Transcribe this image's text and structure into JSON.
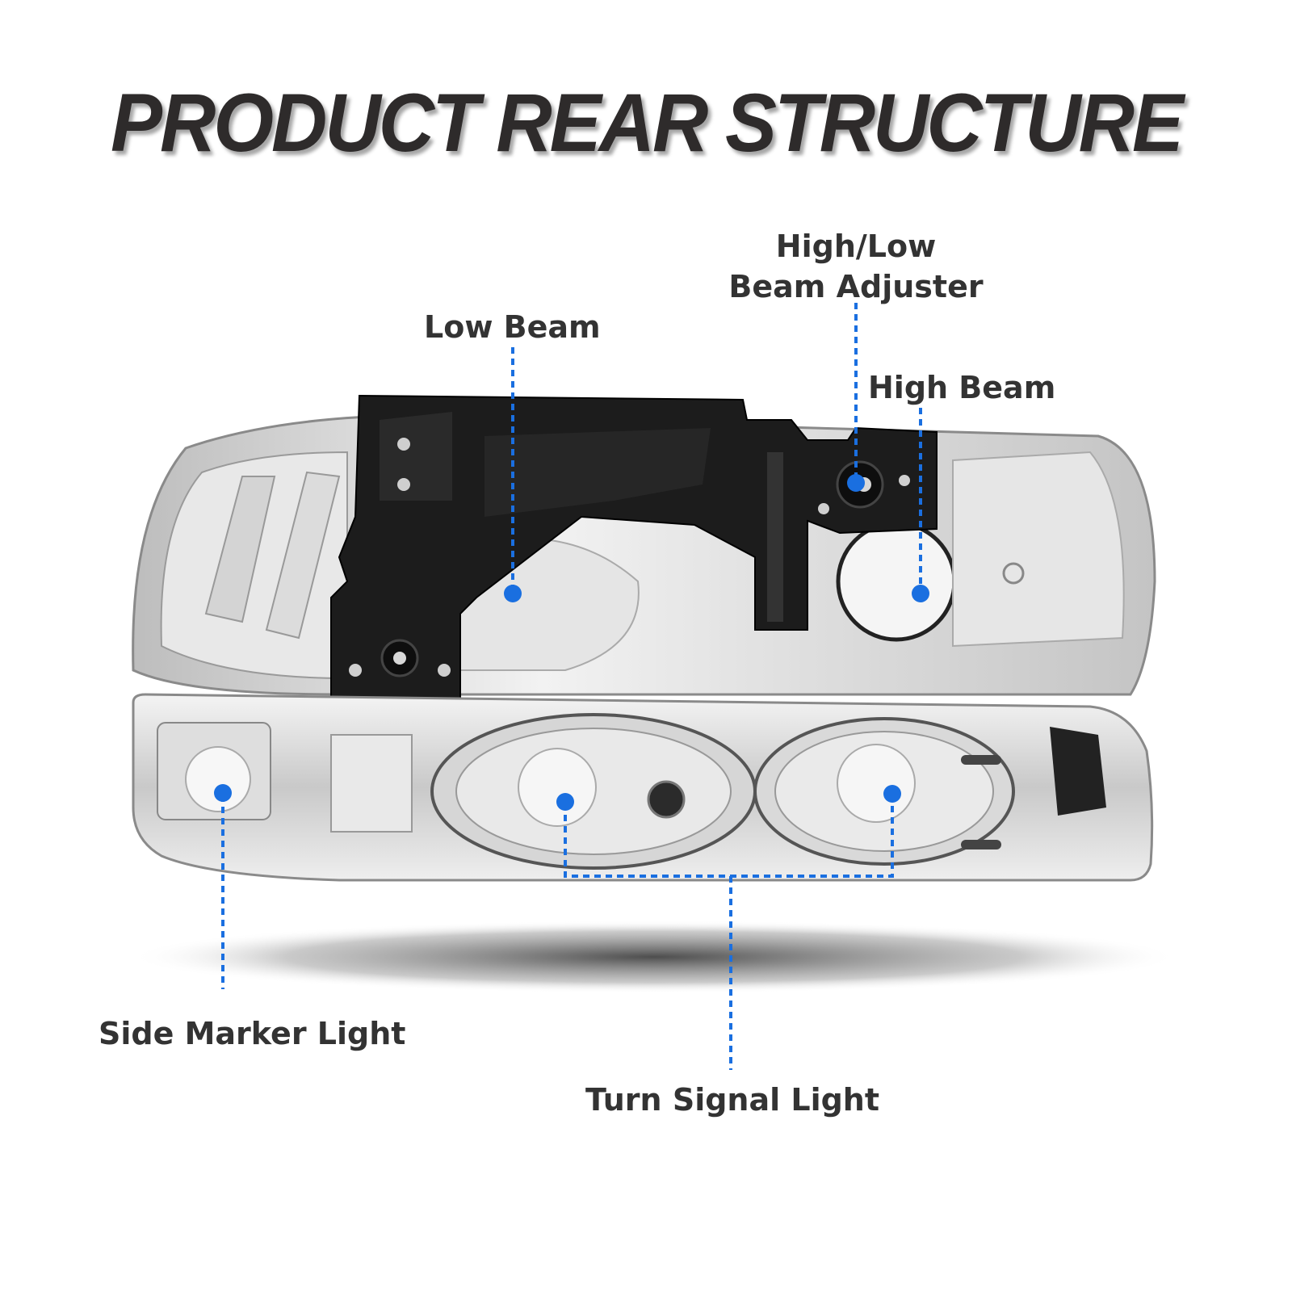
{
  "title": "PRODUCT REAR STRUCTURE",
  "accent_color": "#1a6fe0",
  "callouts": {
    "high_low_adjuster": {
      "line1": "High/Low",
      "line2": "Beam Adjuster"
    },
    "low_beam": "Low Beam",
    "high_beam": "High Beam",
    "side_marker": "Side Marker Light",
    "turn_signal": "Turn Signal Light"
  }
}
